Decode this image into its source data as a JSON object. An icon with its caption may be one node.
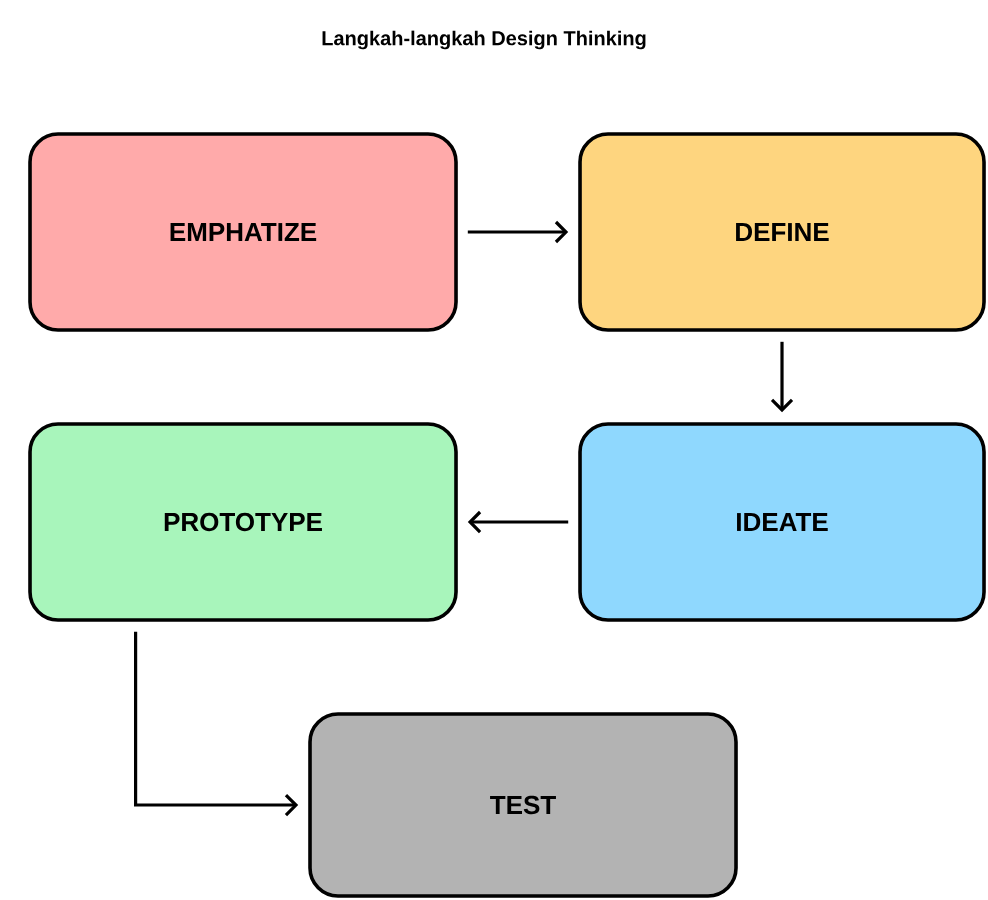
{
  "diagram": {
    "title": "Langkah-langkah Design Thinking",
    "nodes": [
      {
        "text": [
          "EMPHATIZE"
        ]
      },
      {
        "text": [
          "DEFINE"
        ]
      },
      {
        "text": [
          "PROTOTYPE"
        ]
      },
      {
        "text": [
          "IDEATE"
        ]
      },
      {
        "text": [
          "TEST"
        ]
      }
    ],
    "edges": [
      {
        "from": 0,
        "to": 1,
        "arrow": "to"
      },
      {
        "from": 1,
        "to": 3,
        "arrow": "to"
      },
      {
        "from": 3,
        "to": 2,
        "arrow": "to"
      },
      {
        "from": 2,
        "to": 4,
        "arrow": "to"
      }
    ]
  }
}
